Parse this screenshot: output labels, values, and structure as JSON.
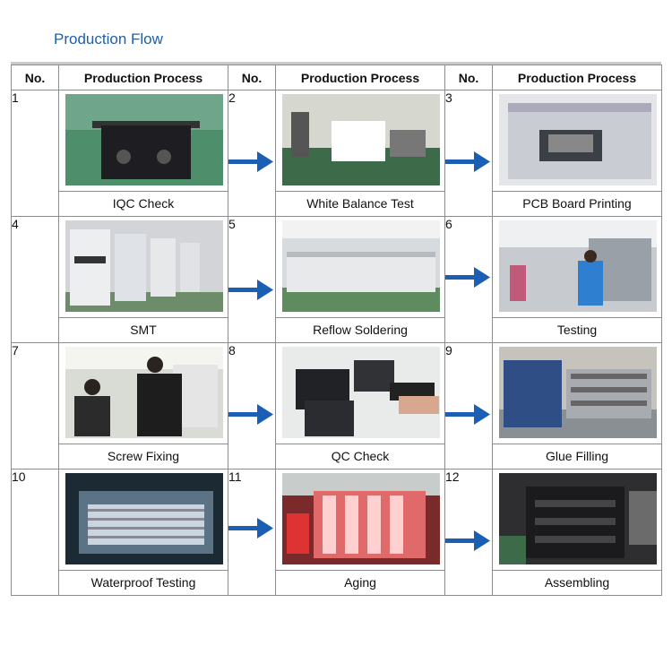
{
  "title": "Production Flow",
  "headers": [
    "No.",
    "Production Process",
    "No.",
    "Production Process",
    "No.",
    "Production Process"
  ],
  "steps": [
    {
      "no": "1",
      "label": "IQC Check"
    },
    {
      "no": "2",
      "label": "White Balance Test"
    },
    {
      "no": "3",
      "label": "PCB Board Printing"
    },
    {
      "no": "4",
      "label": "SMT"
    },
    {
      "no": "5",
      "label": "Reflow Soldering"
    },
    {
      "no": "6",
      "label": "Testing"
    },
    {
      "no": "7",
      "label": "Screw Fixing"
    },
    {
      "no": "8",
      "label": "QC Check"
    },
    {
      "no": "9",
      "label": "Glue Filling"
    },
    {
      "no": "10",
      "label": "Waterproof Testing"
    },
    {
      "no": "11",
      "label": "Aging"
    },
    {
      "no": "12",
      "label": "Assembling"
    }
  ],
  "colors": {
    "title": "#1f5fa8",
    "arrow": "#1a5fb4",
    "border": "#8c8c8c"
  },
  "icons": {
    "flow_arrow": "right-arrow-icon"
  }
}
